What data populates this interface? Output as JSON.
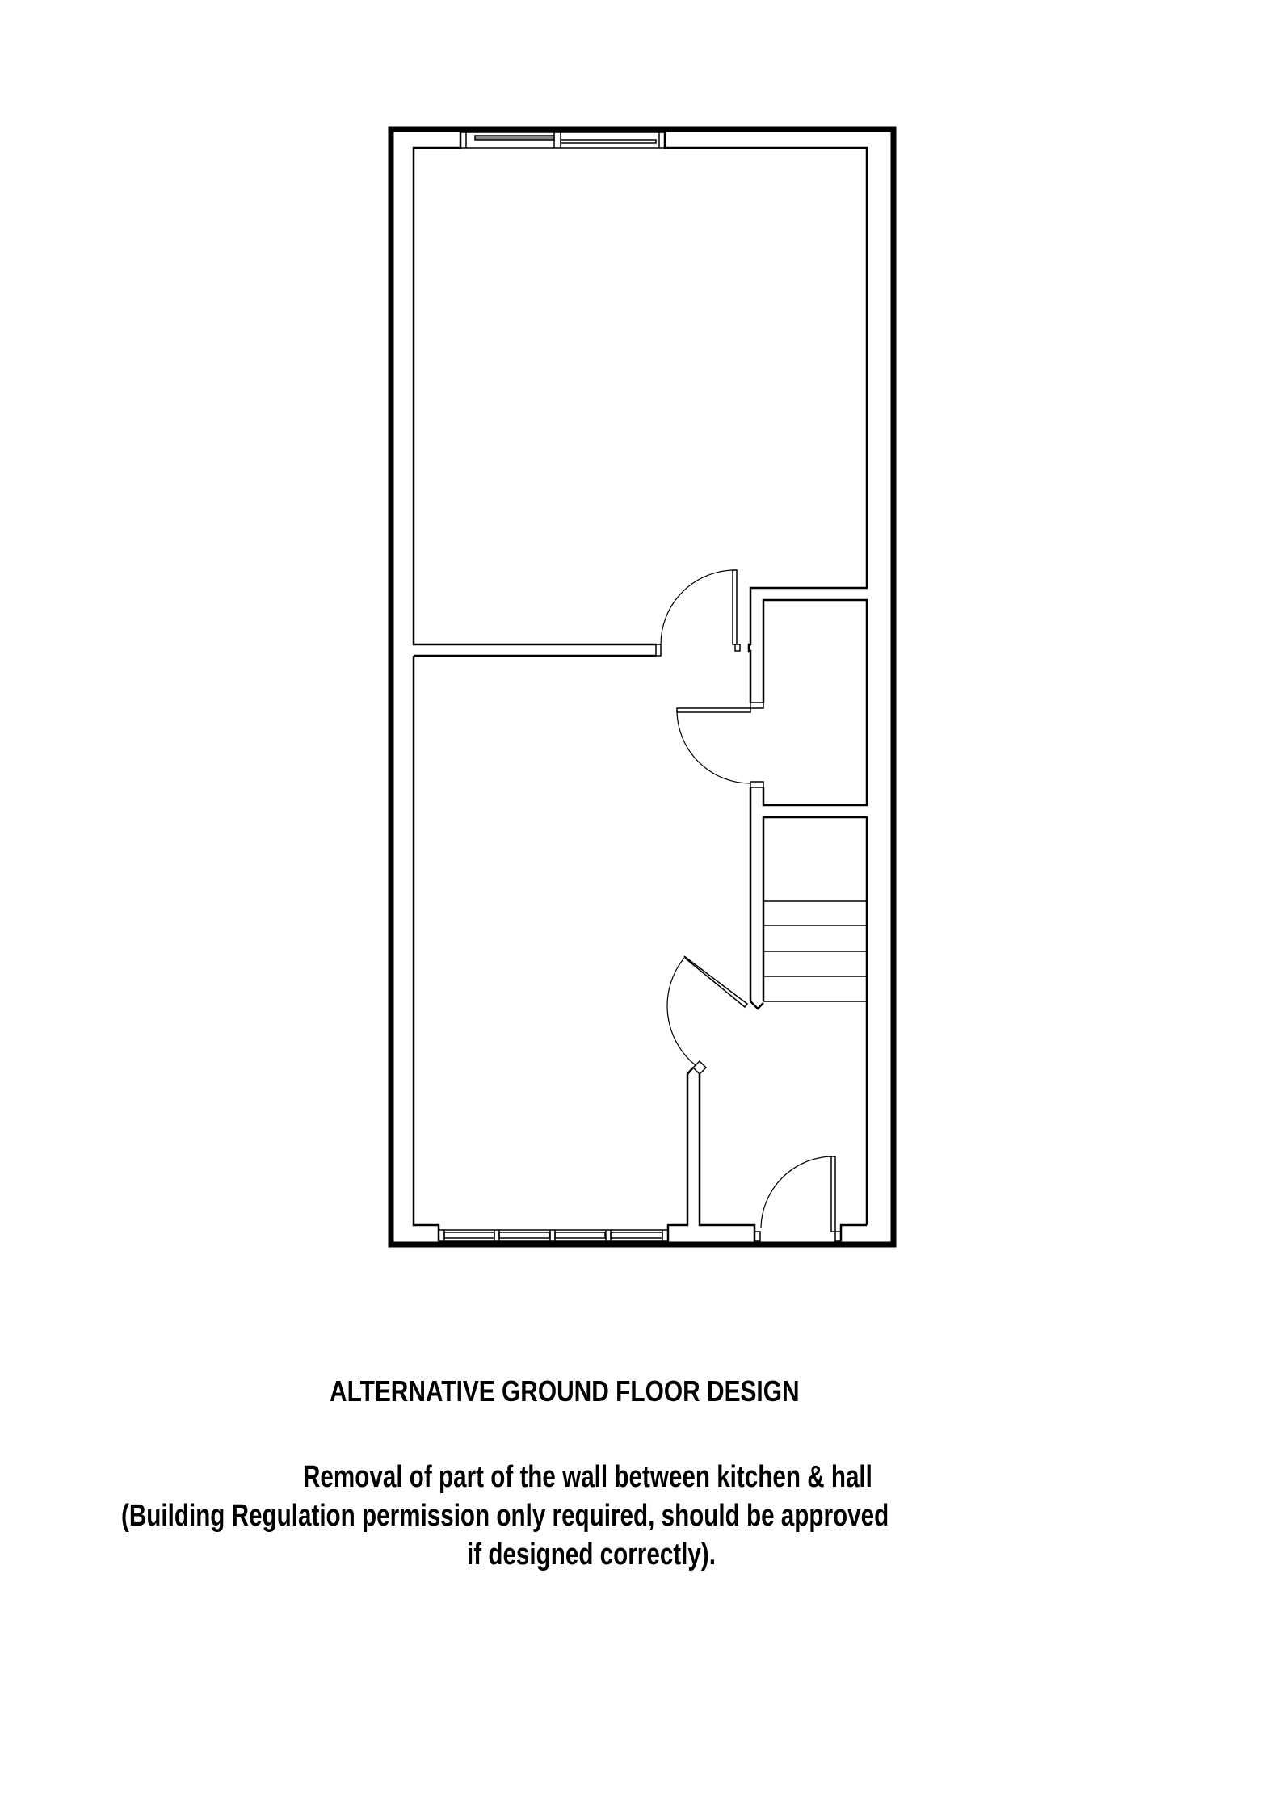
{
  "document": {
    "type": "floor-plan",
    "title": "ALTERNATIVE GROUND FLOOR DESIGN",
    "notes": [
      "Removal of part of the wall between kitchen & hall",
      "(Building Regulation permission only required, should be approved",
      "if designed correctly)."
    ]
  },
  "plan": {
    "stroke_color": "#000000",
    "background": "#ffffff",
    "elements": {
      "rooms": [
        "rear-room",
        "front-room",
        "cupboard",
        "stair",
        "hall"
      ],
      "doors": [
        "rear-room-door",
        "cupboard-door",
        "front-room-door",
        "front-entrance-door"
      ],
      "windows": [
        "rear-window",
        "front-window"
      ],
      "stair_treads": 5
    }
  }
}
